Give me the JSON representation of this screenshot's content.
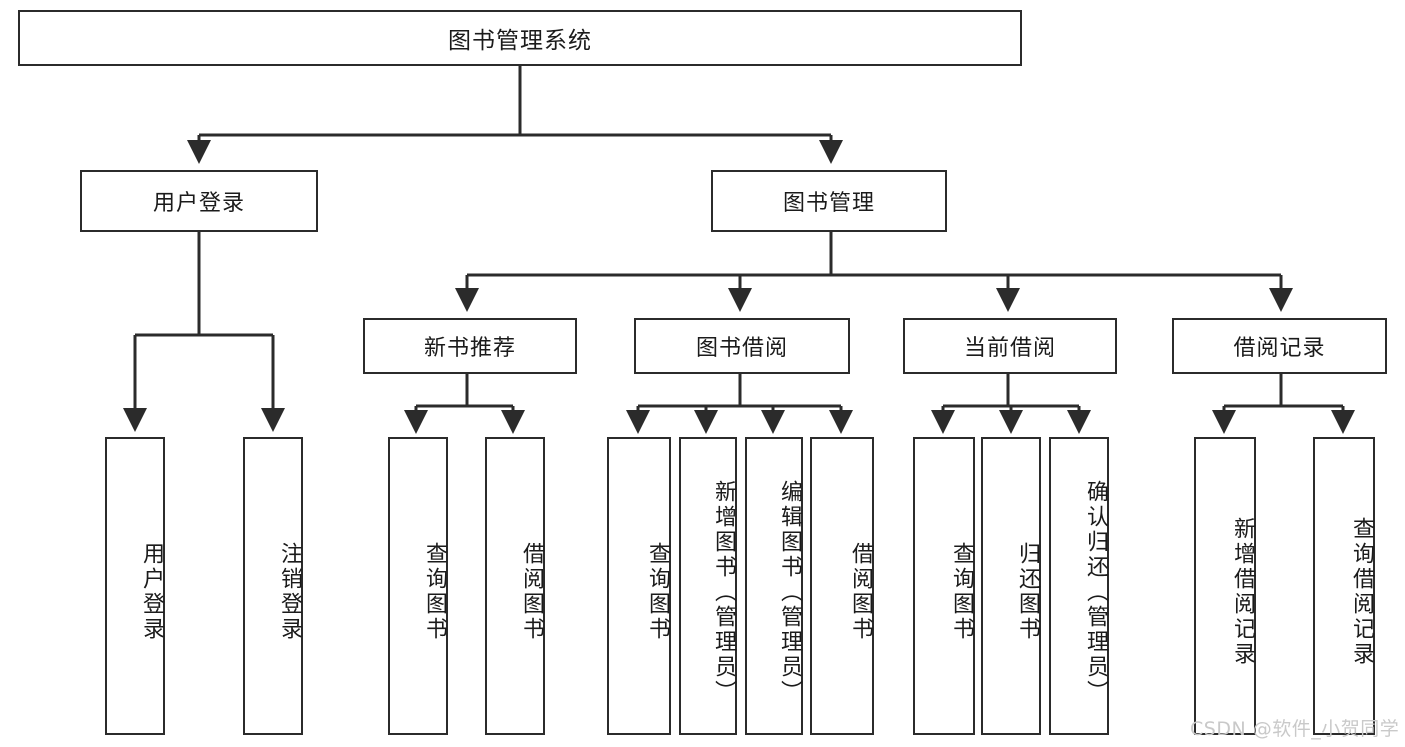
{
  "diagram": {
    "title": "图书管理系统",
    "type": "hierarchy-tree",
    "levels": 4,
    "root": {
      "id": "root",
      "label": "图书管理系统"
    },
    "level2": [
      {
        "id": "user-login",
        "label": "用户登录"
      },
      {
        "id": "book-manage",
        "label": "图书管理"
      }
    ],
    "level3": [
      {
        "id": "new-book-rec",
        "label": "新书推荐",
        "parent": "book-manage"
      },
      {
        "id": "book-borrow",
        "label": "图书借阅",
        "parent": "book-manage"
      },
      {
        "id": "current-borrow",
        "label": "当前借阅",
        "parent": "book-manage"
      },
      {
        "id": "borrow-record",
        "label": "借阅记录",
        "parent": "book-manage"
      }
    ],
    "leaves": {
      "user_login": [
        {
          "id": "leaf-user-login",
          "label": "用户登录"
        },
        {
          "id": "leaf-logout",
          "label": "注销登录"
        }
      ],
      "new_book_rec": [
        {
          "id": "leaf-query-book-1",
          "label": "查询图书"
        },
        {
          "id": "leaf-borrow-book-1",
          "label": "借阅图书"
        }
      ],
      "book_borrow": [
        {
          "id": "leaf-query-book-2",
          "label": "查询图书"
        },
        {
          "id": "leaf-add-book",
          "label": "新增图书（管理员）"
        },
        {
          "id": "leaf-edit-book",
          "label": "编辑图书（管理员）"
        },
        {
          "id": "leaf-borrow-book-2",
          "label": "借阅图书"
        }
      ],
      "current_borrow": [
        {
          "id": "leaf-query-book-3",
          "label": "查询图书"
        },
        {
          "id": "leaf-return-book",
          "label": "归还图书"
        },
        {
          "id": "leaf-confirm-return",
          "label": "确认归还（管理员）"
        }
      ],
      "borrow_record": [
        {
          "id": "leaf-add-record",
          "label": "新增借阅记录"
        },
        {
          "id": "leaf-query-record",
          "label": "查询借阅记录"
        }
      ]
    }
  },
  "watermark": {
    "text": "CSDN @软件_小贺同学"
  },
  "colors": {
    "stroke": "#2b2b2b",
    "box_fill": "#ffffff",
    "text": "#1b1b1b",
    "background": "#ffffff",
    "watermark": "#c9c9c9"
  }
}
